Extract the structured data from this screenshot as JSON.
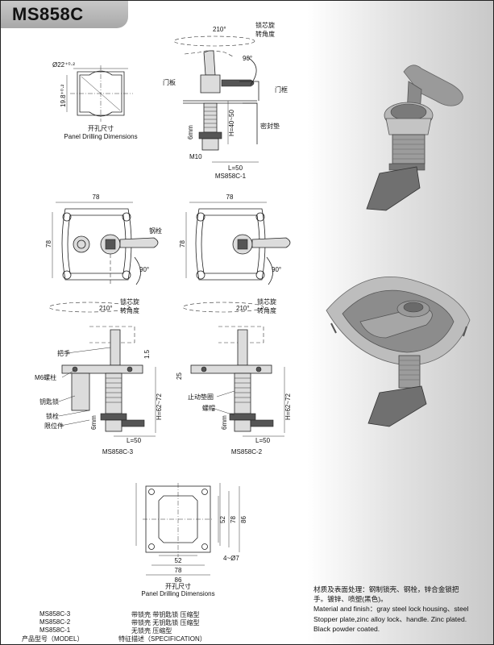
{
  "title": "MS858C",
  "labels": {
    "drill_diameter": "Ø22⁺⁰·²",
    "drill_height": "19.8⁺⁰·²",
    "panel_drilling_cn": "开孔尺寸",
    "panel_drilling_en": "Panel Drilling Dimensions",
    "angle_210": "210°",
    "angle_90": "90°",
    "lock_angle_cn_1": "锁芯旋",
    "lock_angle_cn_2": "转角度",
    "door_panel": "门板",
    "door_frame": "门框",
    "seal_pad": "密封垫",
    "h_40_50": "H=40~50",
    "six_mm": "6mm",
    "m10": "M10",
    "l_50": "L=50",
    "model_c1": "MS858C-1",
    "dim_78": "78",
    "steel_bolt": "钢栓",
    "one_five": "1.5",
    "handle": "把手",
    "m6_stud": "M6螺柱",
    "key_lock": "钥匙锁",
    "lock_bolt": "锁栓",
    "limiter": "限位件",
    "h_62_72": "H=62~72",
    "model_c3": "MS858C-3",
    "dim_25": "25",
    "stop_pad": "止动垫圈",
    "nut": "螺帽",
    "model_c2": "MS858C-2",
    "dim_52": "52",
    "dim_86": "86",
    "holes": "4~Ø7"
  },
  "material": {
    "cn_line1": "材质及表面处理：钢制锁壳、钢栓，锌合金锁把",
    "cn_line2": "手。镀锌、喷塑(黑色)。",
    "en_line1": "Material and finish：gray steel lock housing、steel",
    "en_line2": "Stopper plate,zinc alloy lock、handle. Zinc plated.",
    "en_line3": "Black powder coated."
  },
  "models": {
    "rows": [
      {
        "code": "MS858C-3",
        "spec": "带锁壳 带钥匙锁 压缩型"
      },
      {
        "code": "MS858C-2",
        "spec": "带锁壳 无钥匙锁 压缩型"
      },
      {
        "code": "MS858C-1",
        "spec": "无锁壳 压缩型"
      }
    ],
    "header_code": "产品型号（MODEL）",
    "header_spec": "特征描述（SPECIFICATION）"
  }
}
